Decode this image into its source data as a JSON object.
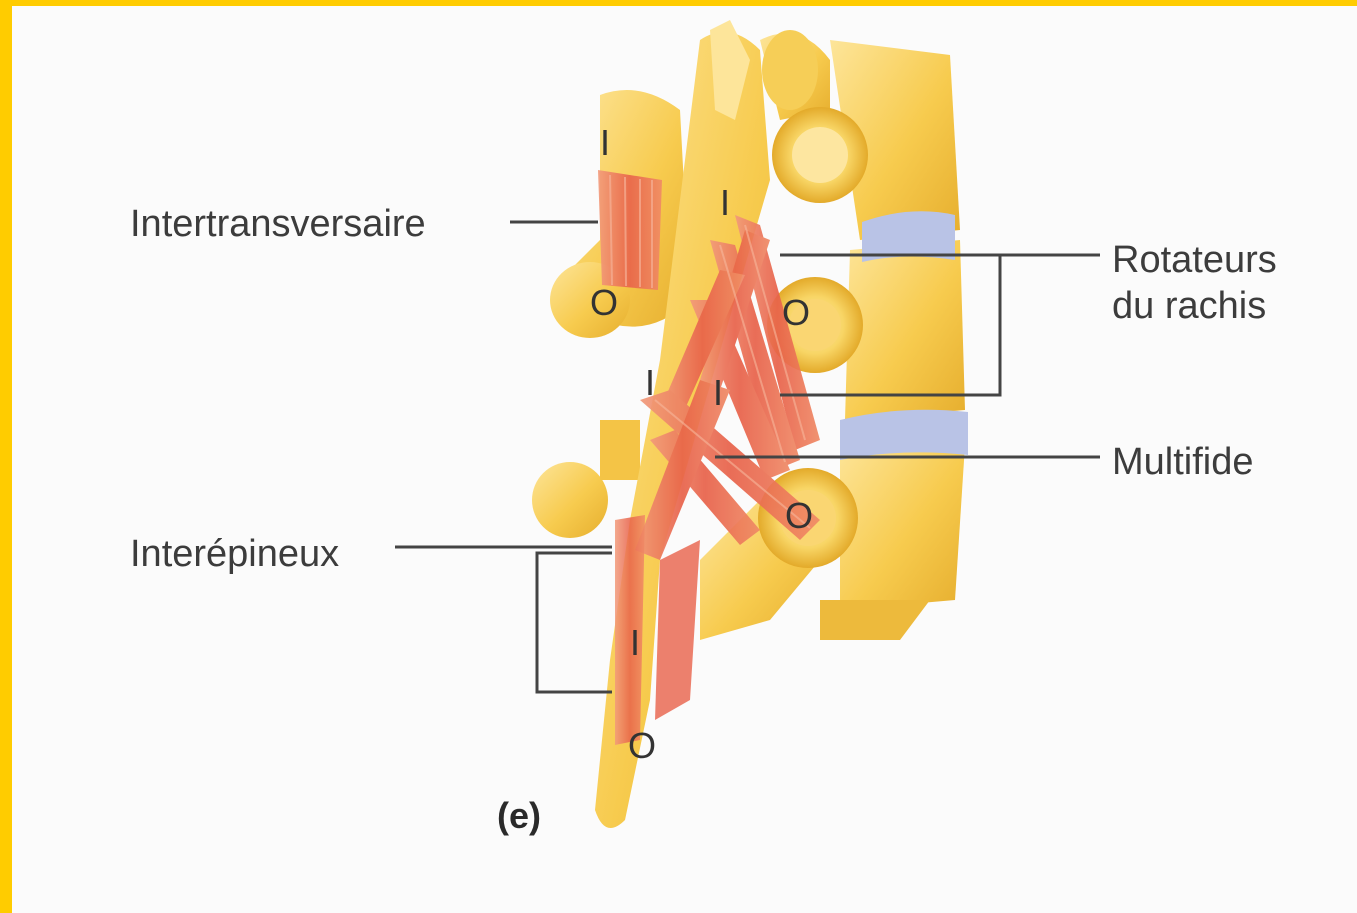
{
  "colors": {
    "border": "#FFCC00",
    "bone": "#F7CB4E",
    "bone_light": "#FCE08A",
    "bone_shadow": "#E4AE2C",
    "muscle": "#E8624A",
    "muscle_light": "#F29A7A",
    "disc": "#B9C3E6",
    "leader_line": "#444444"
  },
  "labels": {
    "intertransversaire": "Intertransversaire",
    "rotateurs_line1": "Rotateurs",
    "rotateurs_line2": "du rachis",
    "multifide": "Multifide",
    "interepineux": "Interépineux",
    "panel": "(e)"
  },
  "markers": {
    "insertion": "I",
    "origin": "O"
  }
}
